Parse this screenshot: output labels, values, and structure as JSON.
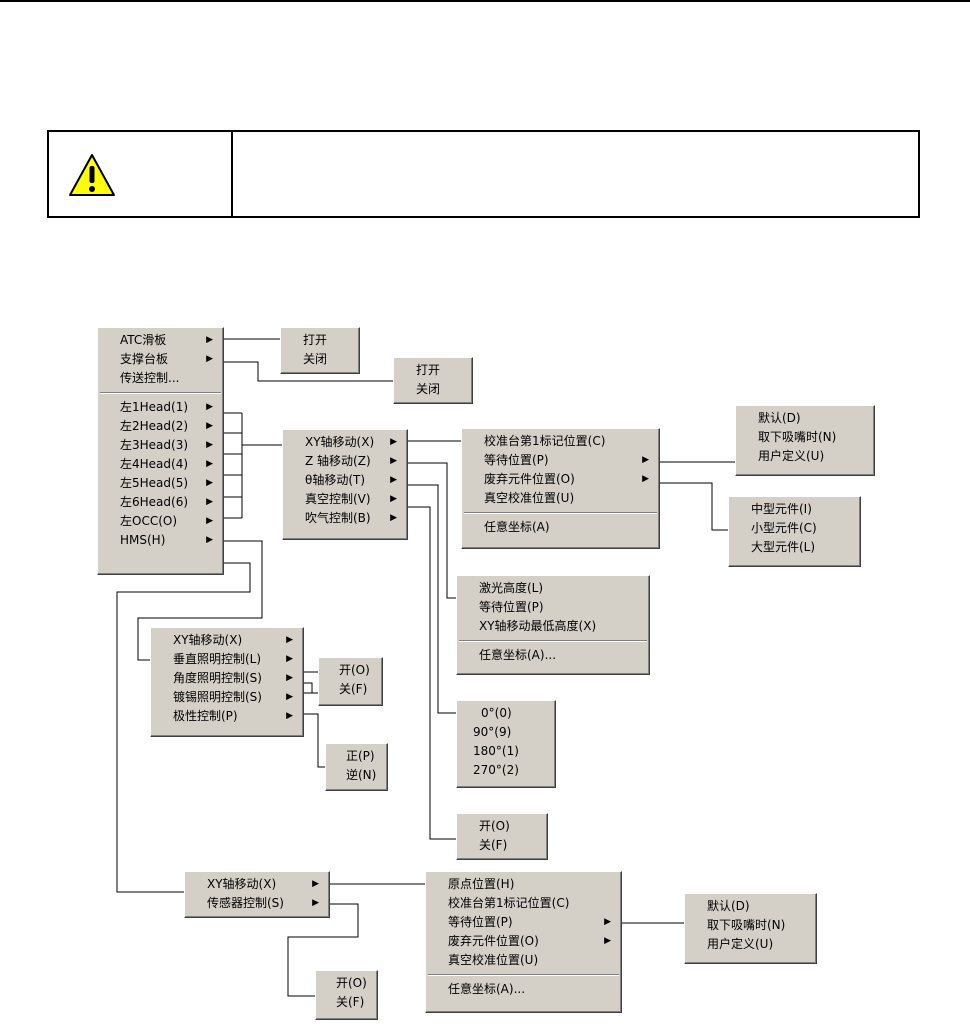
{
  "warning": {
    "text": ""
  },
  "menus": {
    "main": {
      "items": [
        "ATC滑板",
        "支撑台板",
        "传送控制...",
        "左1Head(1)",
        "左2Head(2)",
        "左3Head(3)",
        "左4Head(4)",
        "左5Head(5)",
        "左6Head(6)",
        "左OCC(O)",
        "HMS(H)"
      ]
    },
    "atc_sub": {
      "items": [
        "打开",
        "关闭"
      ]
    },
    "support_sub": {
      "items": [
        "打开",
        "关闭"
      ]
    },
    "head_sub": {
      "items": [
        "XY轴移动(X)",
        "Z 轴移动(Z)",
        "θ轴移动(T)",
        "真空控制(V)",
        "吹气控制(B)"
      ]
    },
    "xy_sub": {
      "items": [
        "校准台第1标记位置(C)",
        "等待位置(P)",
        "废弃元件位置(O)",
        "真空校准位置(U)",
        "任意坐标(A)"
      ]
    },
    "wait_sub": {
      "items": [
        "默认(D)",
        "取下吸嘴时(N)",
        "用户定义(U)"
      ]
    },
    "discard_sub": {
      "items": [
        "中型元件(I)",
        "小型元件(C)",
        "大型元件(L)"
      ]
    },
    "z_sub": {
      "items": [
        "激光高度(L)",
        "等待位置(P)",
        "XY轴移动最低高度(X)",
        "任意坐标(A)..."
      ]
    },
    "theta_sub": {
      "items": [
        "0°(0)",
        "90°(9)",
        "180°(1)",
        "270°(2)"
      ]
    },
    "vac_sub": {
      "items": [
        "开(O)",
        "关(F)"
      ]
    },
    "occ_sub": {
      "items": [
        "XY轴移动(X)",
        "垂直照明控制(L)",
        "角度照明控制(S)",
        "镀锡照明控制(S)",
        "极性控制(P)"
      ]
    },
    "light_sub": {
      "items": [
        "开(O)",
        "关(F)"
      ]
    },
    "polarity_sub": {
      "items": [
        "正(P)",
        "逆(N)"
      ]
    },
    "hms_sub": {
      "items": [
        "XY轴移动(X)",
        "传感器控制(S)"
      ]
    },
    "sensor_sub": {
      "items": [
        "开(O)",
        "关(F)"
      ]
    },
    "hms_xy_sub": {
      "items": [
        "原点位置(H)",
        "校准台第1标记位置(C)",
        "等待位置(P)",
        "废弃元件位置(O)",
        "真空校准位置(U)",
        "任意坐标(A)..."
      ]
    },
    "hms_wait_sub": {
      "items": [
        "默认(D)",
        "取下吸嘴时(N)",
        "用户定义(U)"
      ]
    }
  },
  "colors": {
    "menu_bg": "#d4d0c8",
    "warning_fill": "#ffff00"
  },
  "icons": {
    "warning": "warning-triangle-icon",
    "submenu_arrow": "submenu-arrow-icon"
  }
}
